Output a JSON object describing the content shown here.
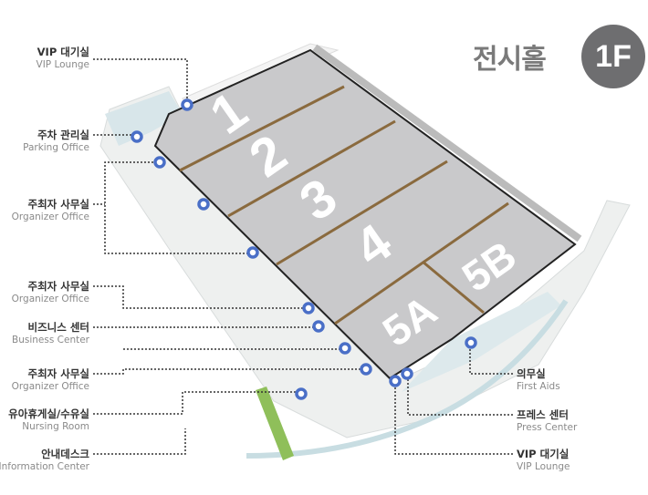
{
  "header": {
    "title": "전시홀",
    "floor": "1F"
  },
  "halls": [
    "1",
    "2",
    "3",
    "4",
    "5A",
    "5B"
  ],
  "labels_left": [
    {
      "ko": "VIP 대기실",
      "en": "VIP Lounge"
    },
    {
      "ko": "주차 관리실",
      "en": "Parking Office"
    },
    {
      "ko": "주최자 사무실",
      "en": "Organizer Office"
    },
    {
      "ko": "주최자 사무실",
      "en": "Organizer Office"
    },
    {
      "ko": "비즈니스 센터",
      "en": "Business Center"
    },
    {
      "ko": "주최자 사무실",
      "en": "Organizer Office"
    },
    {
      "ko": "유아휴게실/수유실",
      "en": "Nursing Room"
    },
    {
      "ko": "안내데스크",
      "en": "Information Center"
    }
  ],
  "labels_right": [
    {
      "ko": "의무실",
      "en": "First Aids"
    },
    {
      "ko": "프레스 센터",
      "en": "Press Center"
    },
    {
      "ko": "VIP 대기실",
      "en": "VIP Lounge"
    }
  ],
  "colors": {
    "hall": "#c9c9cb",
    "divider": "#8a6a3e",
    "marker": "#4a6fc7",
    "title": "#7a7a7a",
    "badge": "#6e6e70"
  }
}
